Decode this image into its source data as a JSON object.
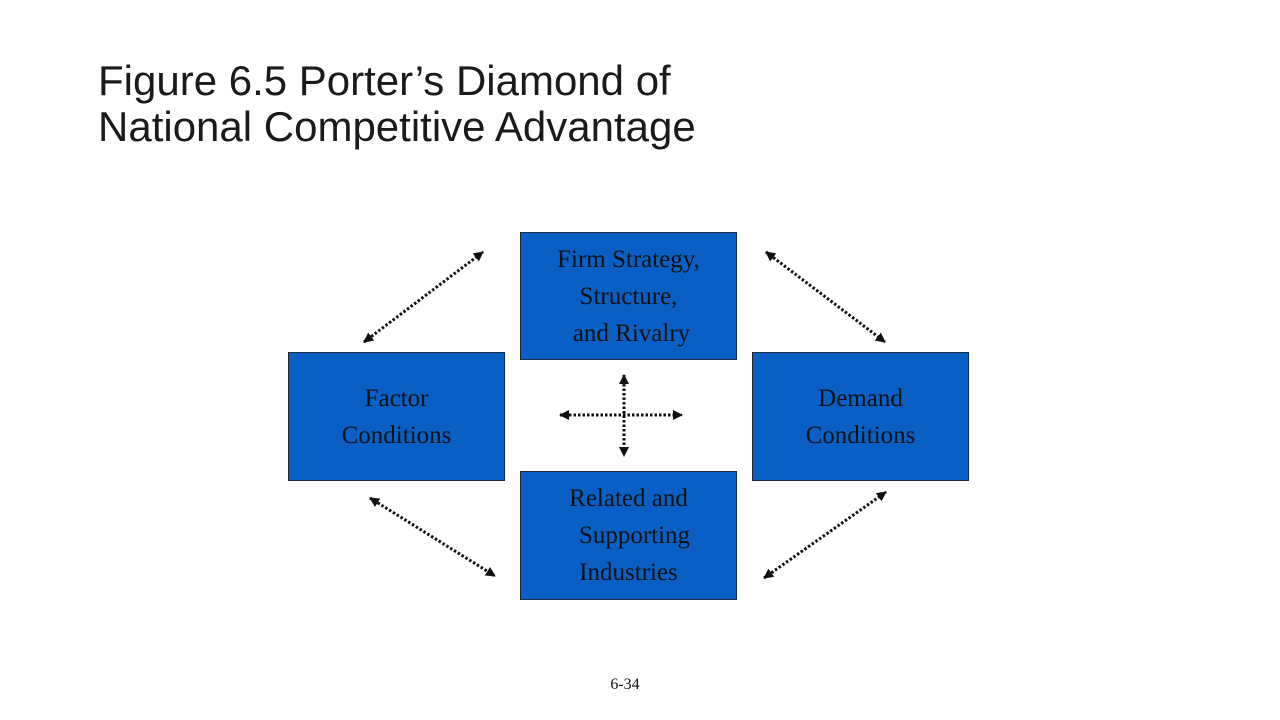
{
  "slide": {
    "title_lines": [
      "Figure 6.5 Porter’s Diamond of",
      "National Competitive Advantage"
    ],
    "page_number": "6-34"
  },
  "diagram": {
    "box_color": "#0a5fc4",
    "arrow_color": "#111111",
    "boxes": {
      "top": {
        "lines": [
          "Firm Strategy,",
          "Structure,",
          "and Rivalry"
        ]
      },
      "left": {
        "lines": [
          "Factor",
          "Conditions"
        ]
      },
      "right": {
        "lines": [
          "Demand",
          "Conditions"
        ]
      },
      "bottom": {
        "lines": [
          "Related and",
          "Supporting",
          "Industries"
        ]
      }
    }
  }
}
